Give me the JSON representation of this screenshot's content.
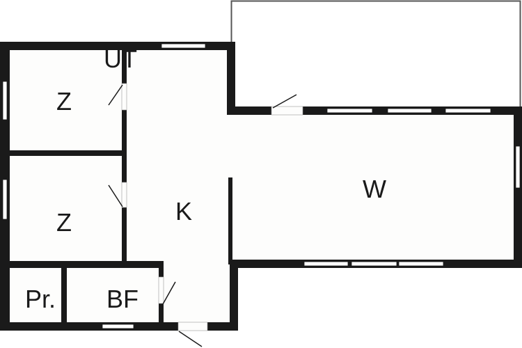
{
  "rooms": [
    {
      "id": "z1",
      "label": "Z"
    },
    {
      "id": "z2",
      "label": "Z"
    },
    {
      "id": "k",
      "label": "K"
    },
    {
      "id": "w",
      "label": "W"
    },
    {
      "id": "pr",
      "label": "Pr."
    },
    {
      "id": "bf",
      "label": "BF"
    },
    {
      "id": "ut",
      "label": "ÜT"
    }
  ],
  "colors": {
    "wall": "#1a1a1a",
    "floor": "#fdfdfc",
    "outline": "#555555"
  }
}
